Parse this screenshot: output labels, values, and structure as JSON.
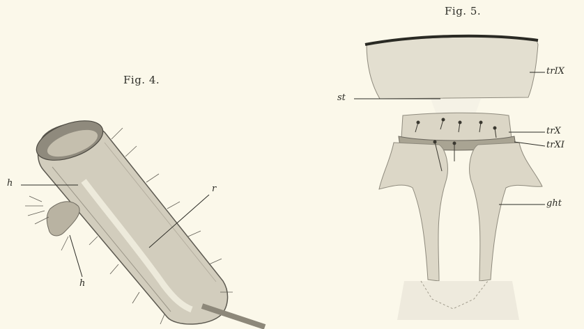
{
  "figures": [
    {
      "caption": "Fig. 4.",
      "labels": [
        "h",
        "r",
        "h"
      ]
    },
    {
      "caption": "Fig. 5.",
      "labels": [
        "st",
        "trIX",
        "trX",
        "trXI",
        "ght"
      ]
    }
  ],
  "colors": {
    "paper": "#fbf8ea",
    "ink": "#2a2a24",
    "tissue_light": "#e4e0d2",
    "tissue_mid": "#cfc9b8",
    "tissue_dark": "#8d887a"
  }
}
